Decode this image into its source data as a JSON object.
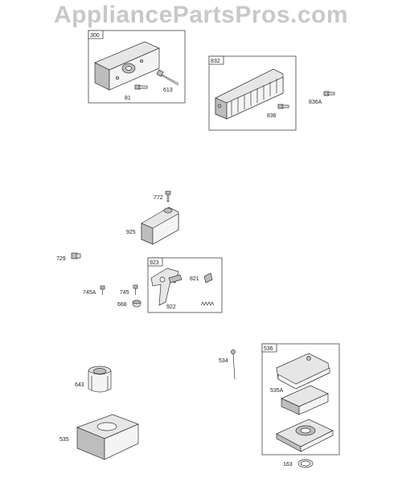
{
  "watermark": "AppliancePartsPros.com",
  "groups": {
    "g300": "300",
    "g832": "832",
    "g923": "923",
    "g536": "536"
  },
  "labels": {
    "p81": "81",
    "p613": "613",
    "p836": "836",
    "p836A": "836A",
    "p772": "772",
    "p925": "925",
    "p729": "729",
    "p821": "821",
    "p745A": "745A",
    "p745": "745",
    "p668": "668",
    "p922": "922",
    "p534": "534",
    "p535A": "535A",
    "p643": "643",
    "p535": "535",
    "p163": "163"
  }
}
